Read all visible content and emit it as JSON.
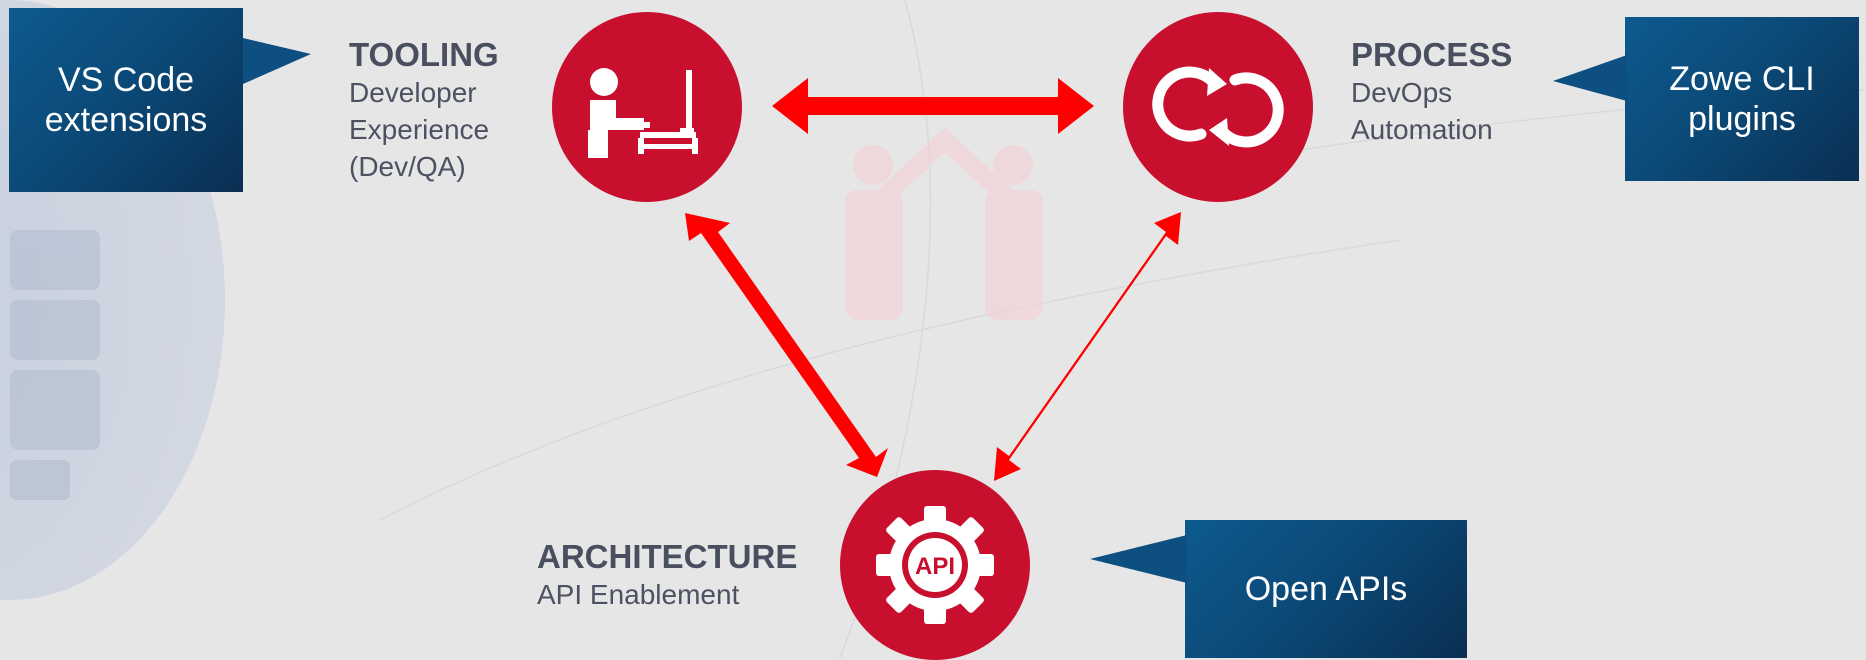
{
  "diagram": {
    "colors": {
      "accent_red": "#c8102e",
      "arrow_red": "#ff0000",
      "callout_blue": "#0b4a78",
      "label_gray": "#4a4f60",
      "background": "#e6e6e7"
    },
    "callouts": {
      "tooling": "VS Code\nextensions",
      "process": "Zowe CLI\nplugins",
      "architecture": "Open APIs"
    },
    "nodes": {
      "tooling": {
        "title": "TOOLING",
        "subtitle": "Developer\nExperience\n(Dev/QA)",
        "icon": "developer-at-desk-icon"
      },
      "process": {
        "title": "PROCESS",
        "subtitle": "DevOps\nAutomation",
        "icon": "cycle-arrows-icon"
      },
      "architecture": {
        "title": "ARCHITECTURE",
        "subtitle": "API Enablement",
        "icon": "gear-api-icon",
        "icon_text": "API"
      }
    },
    "connections": [
      {
        "from": "tooling",
        "to": "process",
        "type": "bidirectional"
      },
      {
        "from": "tooling",
        "to": "architecture",
        "type": "bidirectional"
      },
      {
        "from": "process",
        "to": "architecture",
        "type": "bidirectional"
      }
    ]
  }
}
